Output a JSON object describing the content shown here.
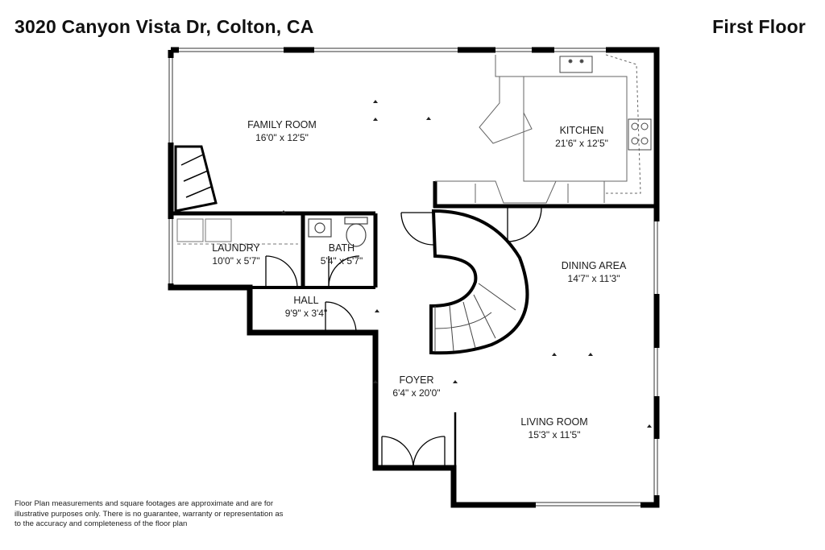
{
  "header": {
    "address": "3020 Canyon Vista Dr, Colton, CA",
    "floor_label": "First Floor"
  },
  "rooms": [
    {
      "name": "FAMILY ROOM",
      "dimensions": "16'0\" x 12'5\""
    },
    {
      "name": "KITCHEN",
      "dimensions": "21'6\" x 12'5\""
    },
    {
      "name": "LAUNDRY",
      "dimensions": "10'0\" x 5'7\""
    },
    {
      "name": "BATH",
      "dimensions": "5'4\" x 5'7\""
    },
    {
      "name": "HALL",
      "dimensions": "9'9\" x 3'4\""
    },
    {
      "name": "DINING AREA",
      "dimensions": "14'7\" x 11'3\""
    },
    {
      "name": "FOYER",
      "dimensions": "6'4\" x 20'0\""
    },
    {
      "name": "LIVING ROOM",
      "dimensions": "15'3\" x 11'5\""
    }
  ],
  "disclaimer": "Floor Plan measurements and square footages are approximate and are for illustrative purposes only. There is no guarantee, warranty or representation as to the accuracy and completeness of the floor plan"
}
